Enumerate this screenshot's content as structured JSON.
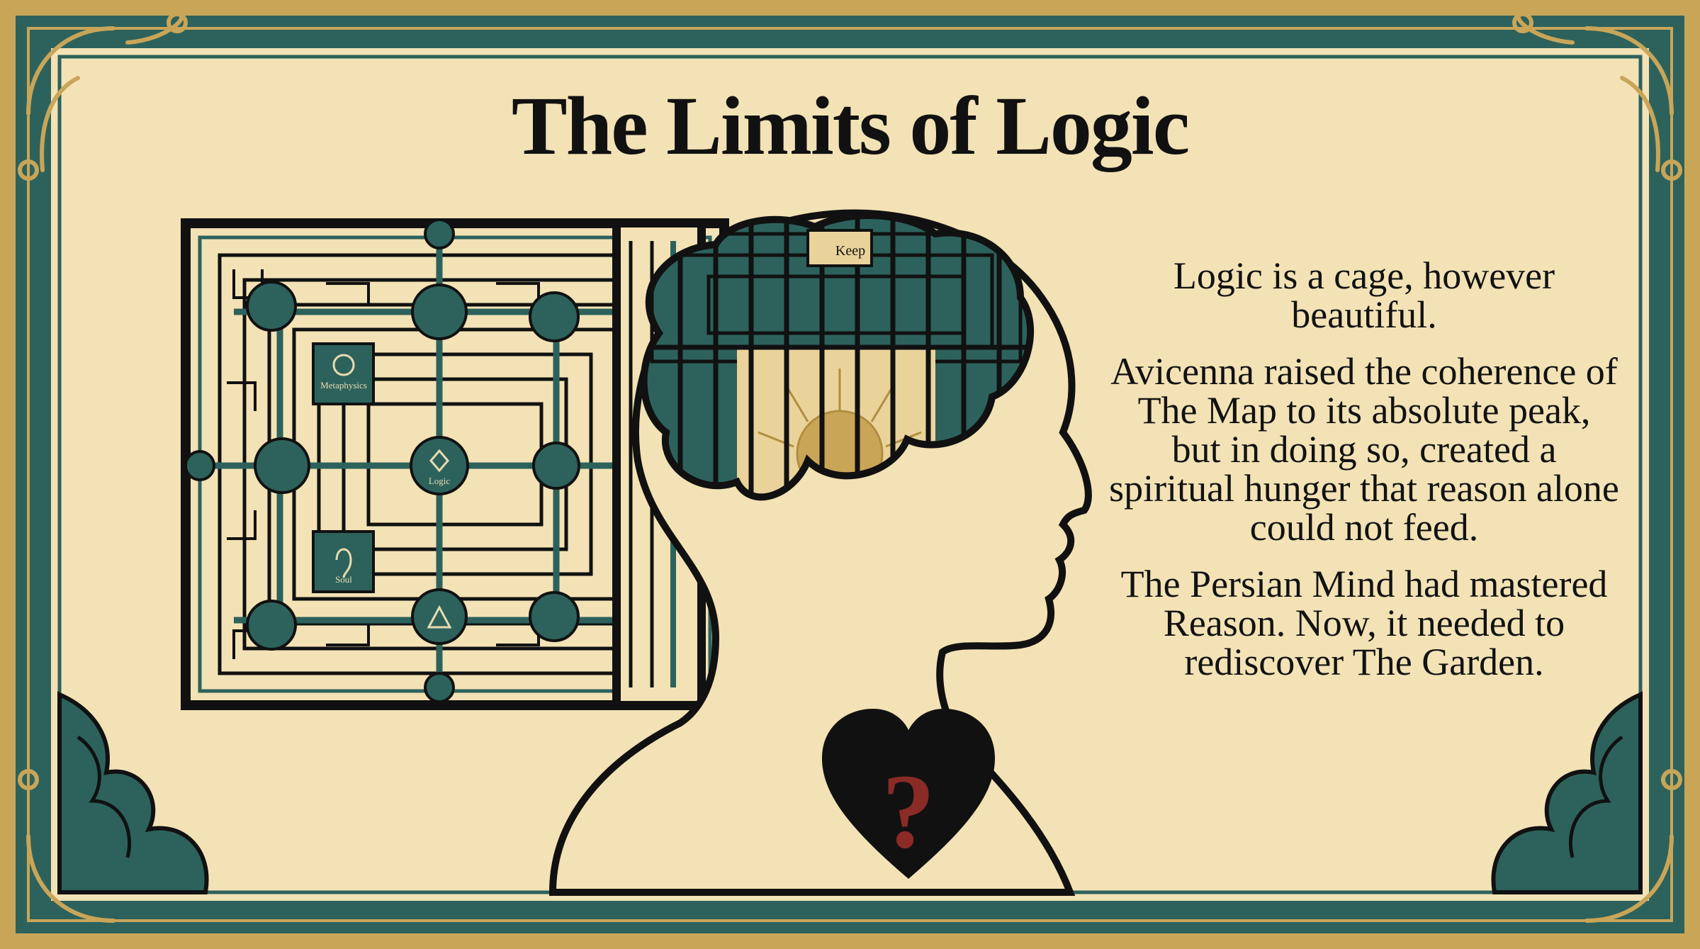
{
  "slide": {
    "title": "The Limits of Logic",
    "paragraphs": [
      "Logic is a cage, however beautiful.",
      "Avicenna raised the coherence of The Map to its absolute peak, but in doing so, created a spiritual hunger that reason alone could not feed.",
      "The Persian Mind had mastered Reason. Now, it needed to rediscover The Garden."
    ],
    "maze_labels": [
      "Metaphysics",
      "Logic",
      "Soul"
    ],
    "brain_label": "Keep",
    "heart_glyph": "?"
  },
  "colors": {
    "parchment": "#f3e2b5",
    "teal": "#2d625c",
    "gold": "#c9a558",
    "ink": "#111111",
    "question_mark": "#8a2b26"
  },
  "icons": [
    "maze-icon",
    "head-silhouette-icon",
    "brain-cage-icon",
    "heart-icon",
    "question-mark-icon",
    "ornament-corner-icon"
  ]
}
